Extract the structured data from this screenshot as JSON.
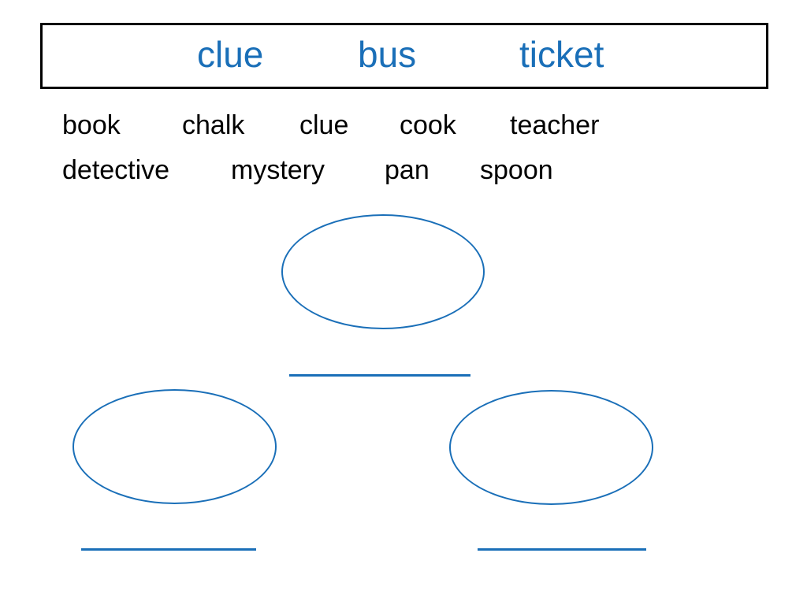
{
  "header": {
    "words": [
      "clue",
      "bus",
      "ticket"
    ]
  },
  "word_bank": {
    "row1": [
      "book",
      "chalk",
      "clue",
      "cook",
      "teacher"
    ],
    "row2": [
      "detective",
      "mystery",
      "pan",
      "spoon"
    ]
  },
  "colors": {
    "accent": "#1a6fb8",
    "text": "#000000",
    "border": "#000000"
  }
}
